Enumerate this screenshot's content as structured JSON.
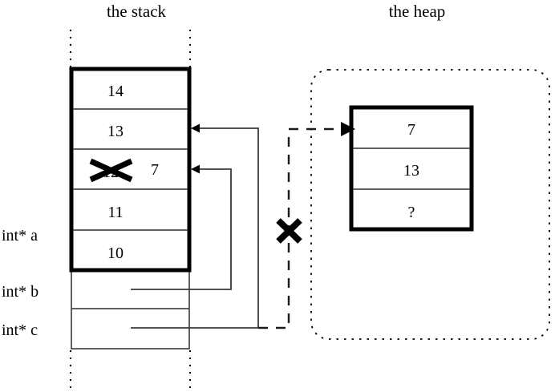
{
  "titles": {
    "stack": "the stack",
    "heap": "the heap"
  },
  "stack": {
    "cells": [
      {
        "value": "14",
        "struck": false,
        "new_value": ""
      },
      {
        "value": "13",
        "struck": false,
        "new_value": ""
      },
      {
        "value": "12",
        "struck": true,
        "new_value": "7"
      },
      {
        "value": "11",
        "struck": false,
        "new_value": ""
      },
      {
        "value": "10",
        "struck": false,
        "new_value": ""
      }
    ],
    "pointer_rows": [
      {
        "label": "int* a"
      },
      {
        "label": "int* b"
      },
      {
        "label": "int* c"
      }
    ]
  },
  "heap": {
    "block_cells": [
      {
        "value": "7"
      },
      {
        "value": "13"
      },
      {
        "value": "?"
      }
    ]
  },
  "annotations": {
    "invalid_pointer_x": "X",
    "struck_value_x": "X"
  },
  "colors": {
    "ink": "#000000",
    "thin_line": "#3a3a3a",
    "background": "#ffffff"
  }
}
